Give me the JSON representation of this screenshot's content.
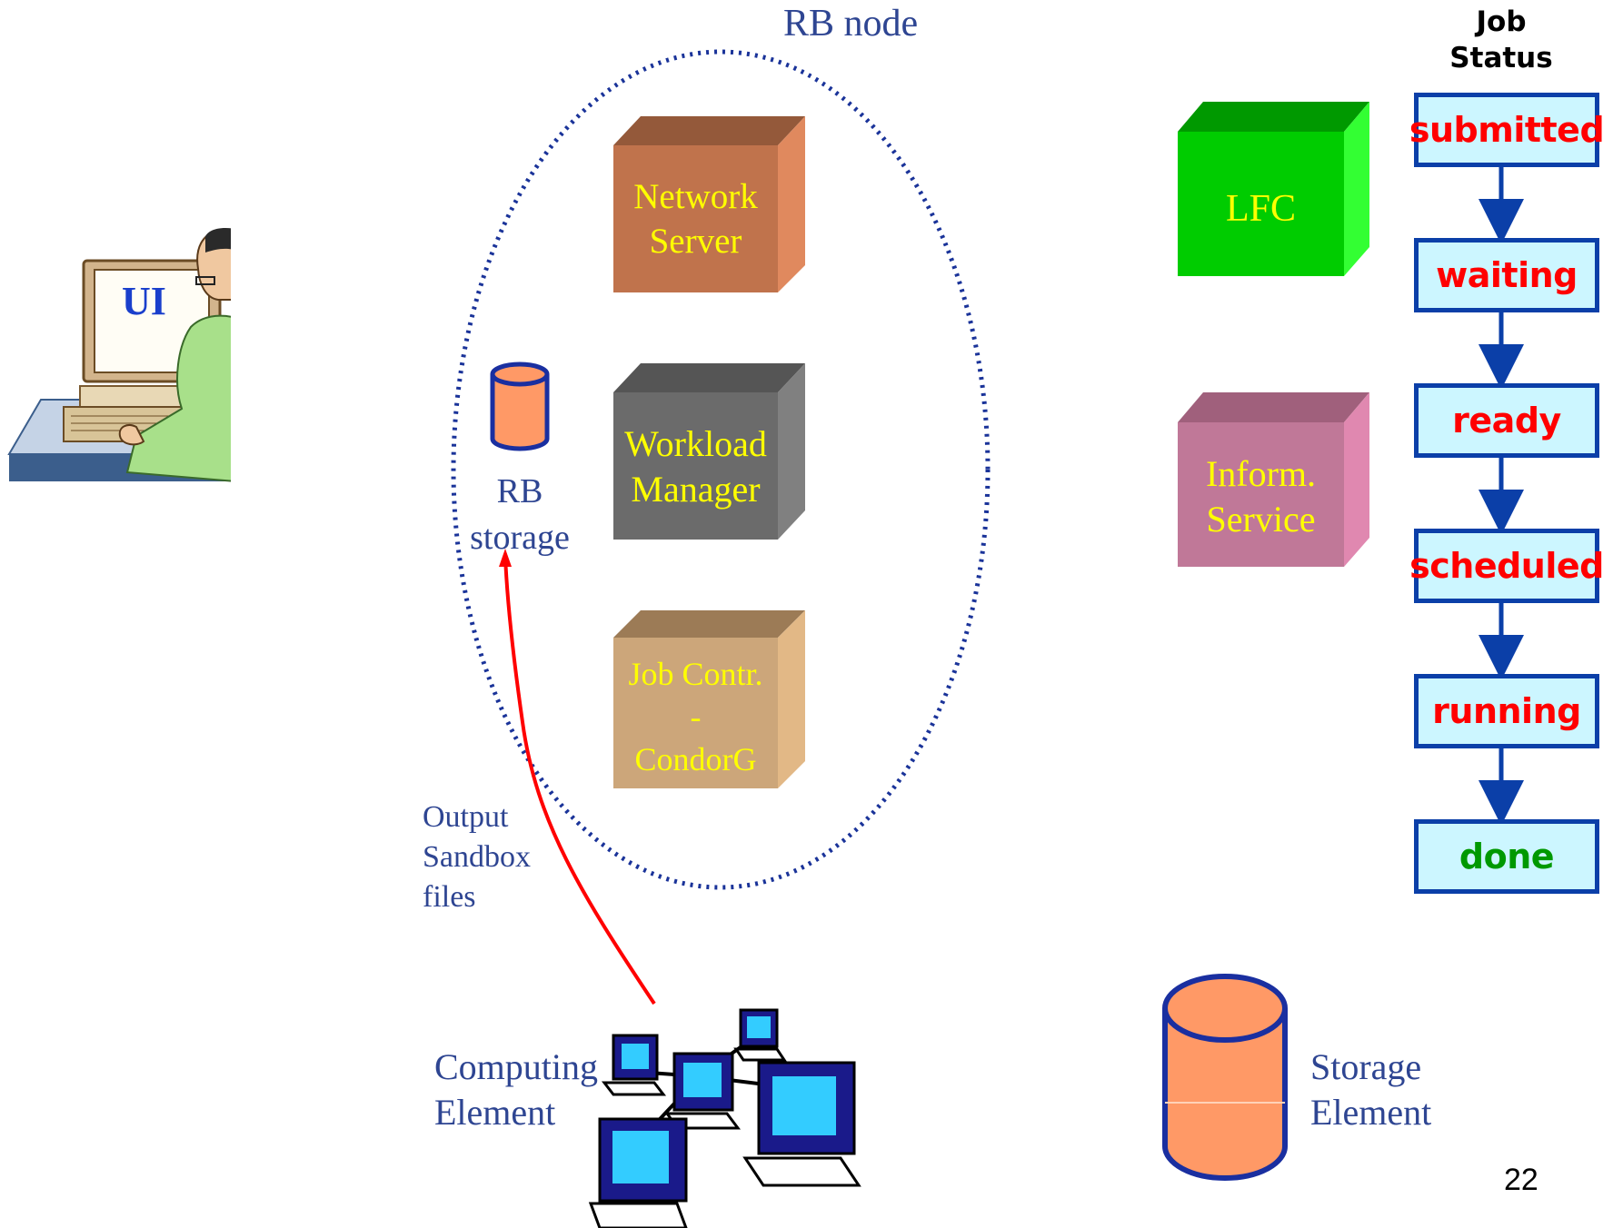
{
  "rb_node": {
    "label": "RB node"
  },
  "ui": {
    "label": "UI"
  },
  "rb_storage": {
    "line1": "RB",
    "line2": "storage"
  },
  "network_server": {
    "line1": "Network",
    "line2": "Server"
  },
  "workload_manager": {
    "line1": "Workload",
    "line2": "Manager"
  },
  "job_controller": {
    "line1": "Job Contr.",
    "line2": "-",
    "line3": "CondorG"
  },
  "lfc": {
    "label": "LFC"
  },
  "info_service": {
    "line1": "Inform.",
    "line2": "Service"
  },
  "output_sandbox": {
    "line1": "Output",
    "line2": "Sandbox",
    "line3": "files"
  },
  "computing_element": {
    "line1": "Computing",
    "line2": "Element"
  },
  "storage_element": {
    "line1": "Storage",
    "line2": "Element"
  },
  "job_status": {
    "title_line1": "Job",
    "title_line2": "Status",
    "states": [
      {
        "label": "submitted",
        "color": "#ff0000"
      },
      {
        "label": "waiting",
        "color": "#ff0000"
      },
      {
        "label": "ready",
        "color": "#ff0000"
      },
      {
        "label": "scheduled",
        "color": "#ff0000"
      },
      {
        "label": "running",
        "color": "#ff0000"
      },
      {
        "label": "done",
        "color": "#009900"
      }
    ]
  },
  "page_number": "22"
}
